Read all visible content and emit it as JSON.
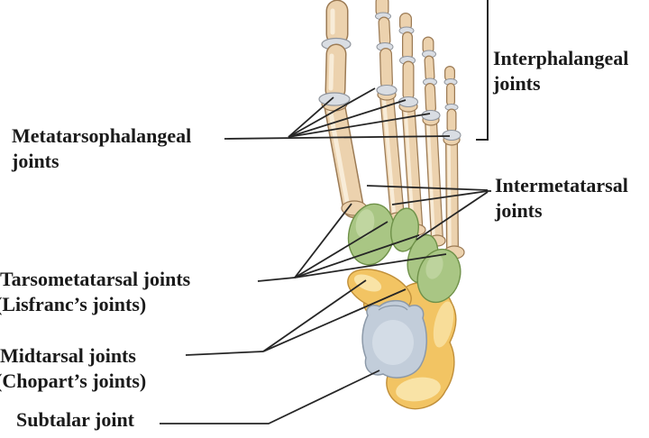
{
  "figure": {
    "title_labels": {
      "interphalangeal": {
        "line1": "Interphalangeal",
        "line2": "joints"
      },
      "metatarsophalangeal": {
        "line1": "Metatarsophalangeal",
        "line2": "joints"
      },
      "intermetatarsal": {
        "line1": "Intermetatarsal",
        "line2": "joints"
      },
      "tarsometatarsal": {
        "line1": "Tarsometatarsal joints",
        "line2": "(Lisfranc’s joints)"
      },
      "midtarsal": {
        "line1": "Midtarsal joints",
        "line2": "(Chopart’s joints)"
      },
      "subtalar": {
        "line1": "Subtalar joint"
      }
    },
    "colors": {
      "background": "#ffffff",
      "label_text": "#1a1a1a",
      "leader_line": "#262626",
      "bone_fill": "#ecd2ae",
      "bone_outline": "#9c7b55",
      "bone_highlight": "#f8ecd8",
      "joint_capsule": "#d9dde3",
      "joint_capsule_outline": "#8f949c",
      "cuneiform_cuboid_green": "#a9c684",
      "green_outline": "#6f9149",
      "tarsal_yellow": "#f2c463",
      "yellow_outline": "#c08f3a",
      "talus_blue_gray": "#c2cdda",
      "blue_gray_outline": "#8c99a8"
    }
  }
}
